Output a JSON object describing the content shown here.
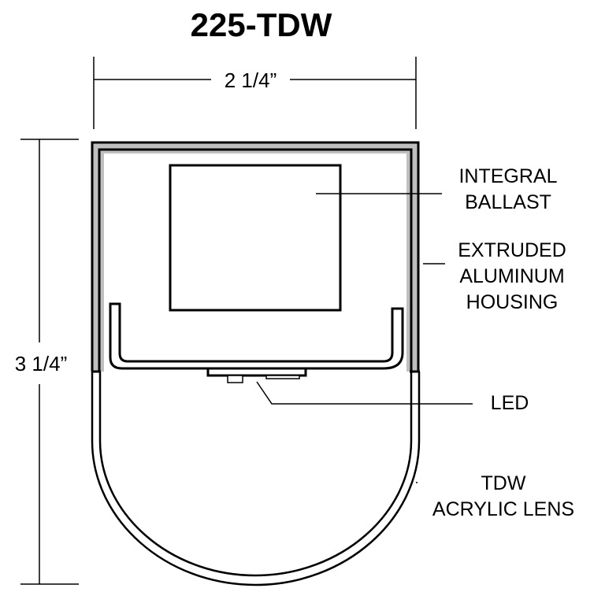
{
  "title": "225-TDW",
  "dimensions": {
    "width": "2 1/4”",
    "height": "3 1/4”"
  },
  "callouts": {
    "ballast": {
      "line1": "INTEGRAL",
      "line2": "BALLAST"
    },
    "housing": {
      "line1": "EXTRUDED",
      "line2": "ALUMINUM",
      "line3": "HOUSING"
    },
    "led": {
      "line1": "LED"
    },
    "lens": {
      "line1": "TDW",
      "line2": "ACRYLIC LENS"
    }
  },
  "colors": {
    "stroke": "#000000",
    "housing_fill": "#bfbfbf",
    "background": "#ffffff"
  }
}
